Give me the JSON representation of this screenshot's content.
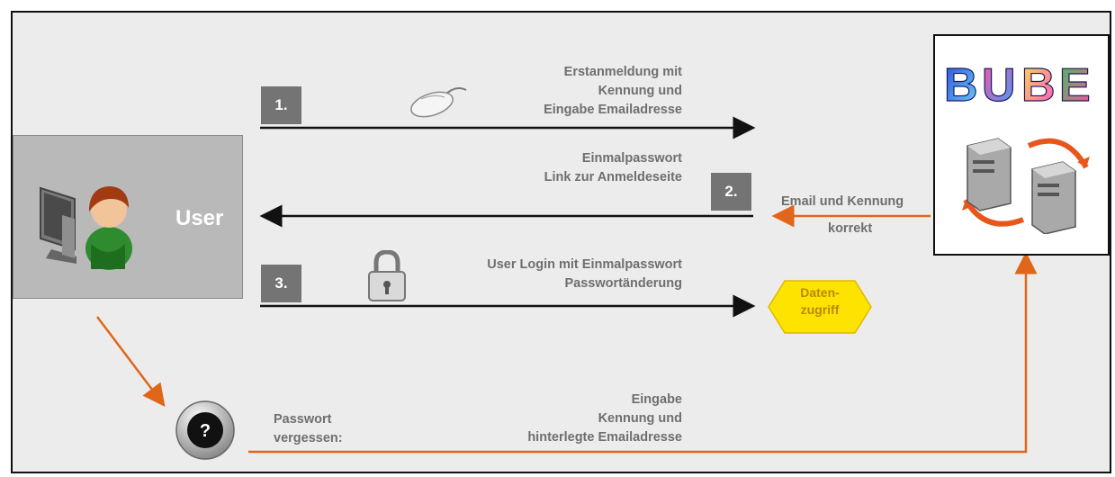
{
  "user": {
    "label": "User"
  },
  "steps": [
    {
      "number": "1.",
      "text": [
        "Erstanmeldung mit",
        "Kennung und",
        "Eingabe Emailadresse"
      ]
    },
    {
      "number": "2.",
      "text": [
        "Einmalpasswort",
        "Link zur Anmeldeseite"
      ]
    },
    {
      "number": "3.",
      "text": [
        "User Login mit Einmalpasswort",
        "Passwortänderung"
      ]
    }
  ],
  "server": {
    "logo": "BUBE"
  },
  "feedback": {
    "line1": "Email und Kennung",
    "line2": "korrekt"
  },
  "access": {
    "line1": "Daten-",
    "line2": "zugriff"
  },
  "forgot": {
    "label1": "Passwort",
    "label2": "vergessen:",
    "text": [
      "Eingabe",
      "Kennung und",
      "hinterlegte Emailadresse"
    ]
  },
  "colors": {
    "arrow": "#111111",
    "orange": "#e0661a",
    "box": "#b9b9b9",
    "step": "#747474",
    "hex": "#fce400"
  }
}
